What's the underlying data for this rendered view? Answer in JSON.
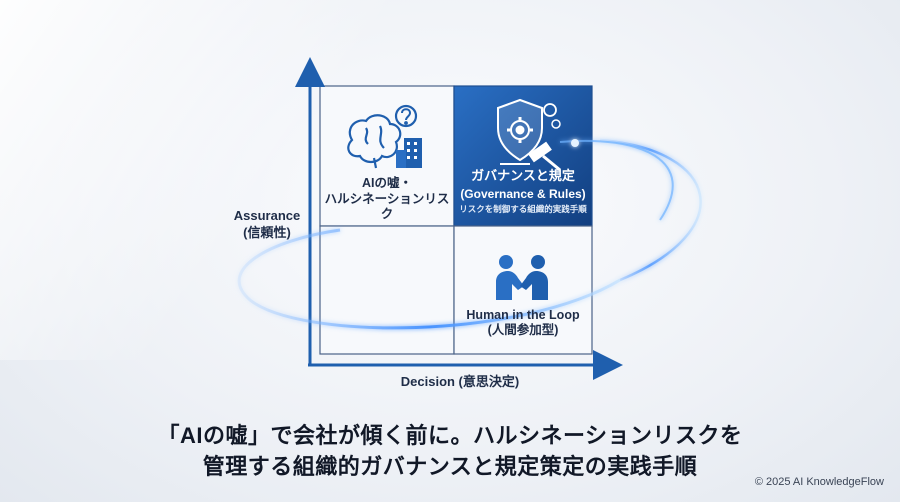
{
  "quadrants": {
    "top_left": {
      "label_line1": "AIの嘘・",
      "label_line2": "ハルシネーションリスク",
      "icon": "brain-question-building-icon"
    },
    "top_right": {
      "title": "ガバナンスと規定",
      "subtitle": "(Governance & Rules)",
      "description": "リスクを制御する組織的実践手順",
      "icon": "shield-gear-gavel-icon"
    },
    "bottom_left": {},
    "bottom_right": {
      "title": "Human in the Loop",
      "subtitle": "(人間参加型)",
      "icon": "handshake-icon"
    }
  },
  "axes": {
    "y_label": "Assurance",
    "y_label_sub": "(信頼性)",
    "x_label": "Decision (意思決定)"
  },
  "headline": {
    "line1": "「AIの嘘」で会社が傾く前に。ハルシネーションリスクを",
    "line2": "管理する組織的ガバナンスと規定策定の実践手順"
  },
  "footer": {
    "copyright": "© 2025 AI KnowledgeFlow"
  },
  "colors": {
    "accent_blue": "#1f5fae",
    "dark_navy": "#1f2d48",
    "glow": "#5aa8ff"
  }
}
